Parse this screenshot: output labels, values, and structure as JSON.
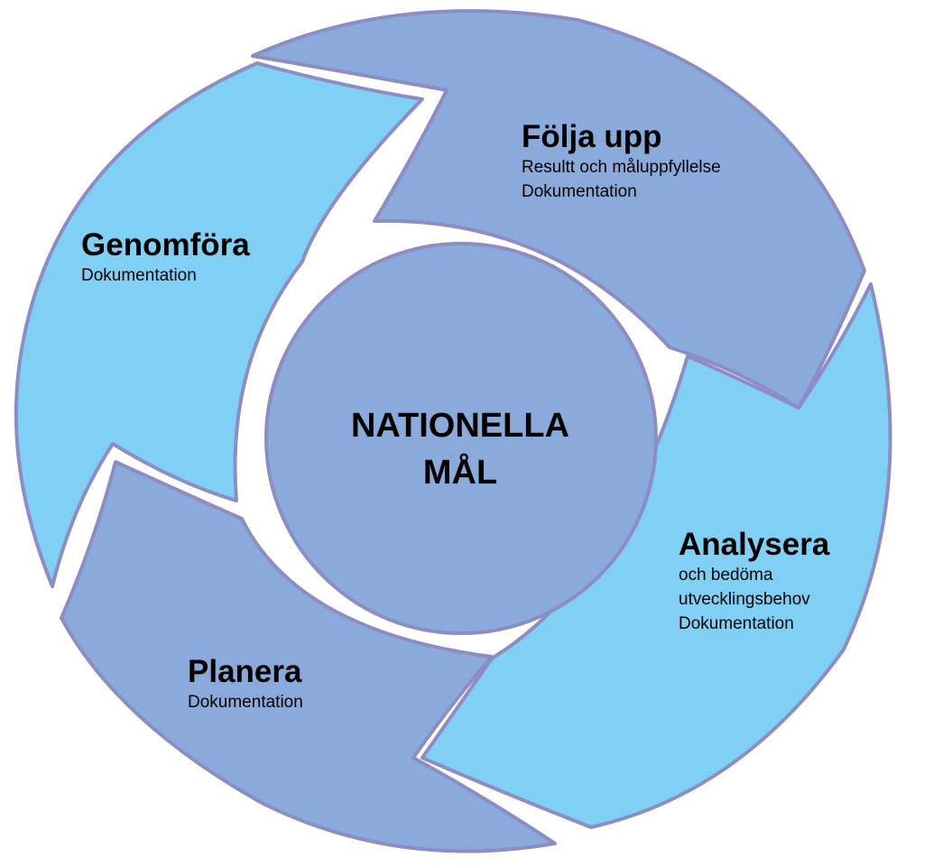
{
  "colors": {
    "dark_segment": "#8aaadb",
    "light_segment": "#80cff4",
    "outline": "#8e8cc4",
    "text": "#000000"
  },
  "center": {
    "line1": "NATIONELLA",
    "line2": "MÅL"
  },
  "steps": [
    {
      "title": "Följa upp",
      "lines": [
        "Resultt och måluppfyllelse",
        "Dokumentation"
      ]
    },
    {
      "title": "Analysera",
      "lines": [
        "och bedöma",
        "utvecklingsbehov",
        "Dokumentation"
      ]
    },
    {
      "title": "Planera",
      "lines": [
        "Dokumentation"
      ]
    },
    {
      "title": "Genomföra",
      "lines": [
        "Dokumentation"
      ]
    }
  ]
}
